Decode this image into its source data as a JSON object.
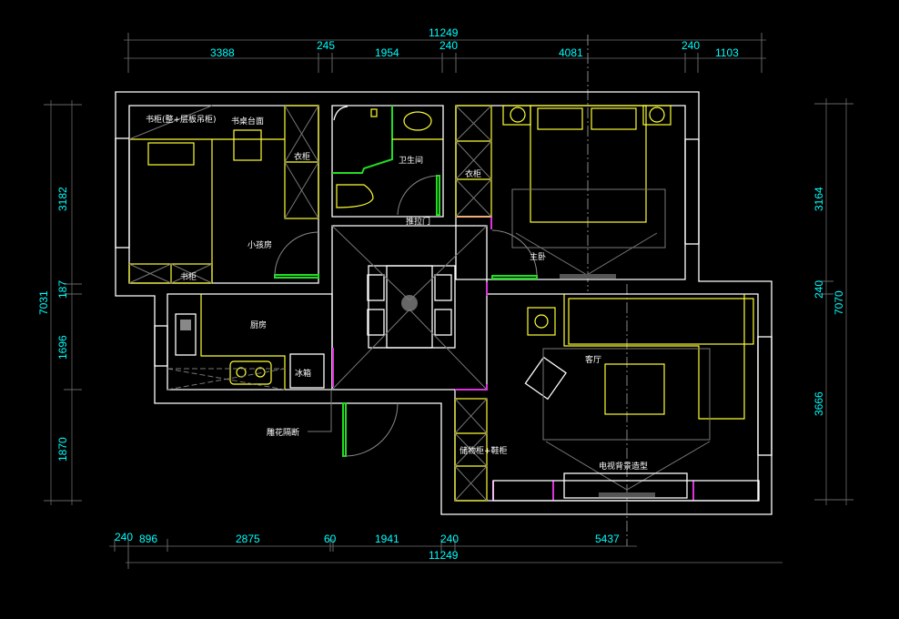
{
  "drawing": {
    "rooms": {
      "kids_room": "小孩房",
      "study_cabinet": "书柜(整+层板吊柜)",
      "desk_top": "书桌台面",
      "wardrobe_kids": "衣柜",
      "bookcase": "书柜",
      "bathroom": "卫生间",
      "sliding_door": "推拉门",
      "wardrobe_master": "衣柜",
      "master_bedroom": "主卧",
      "kitchen": "厨房",
      "fridge": "冰箱",
      "carved_partition": "雕花隔断",
      "storage_shoe_cabinet": "储物柜+鞋柜",
      "living_room": "客厅",
      "tv_wall": "电视背景造型"
    },
    "dims_top": {
      "overall": "11249",
      "segments": [
        "3388",
        "245",
        "1954",
        "240",
        "4081",
        "240",
        "1103"
      ]
    },
    "dims_bottom": {
      "overall": "11249",
      "segments": [
        "240",
        "896",
        "2875",
        "60",
        "1941",
        "240",
        "5437"
      ]
    },
    "dims_left": {
      "overall": "7031",
      "segments": [
        "3182",
        "187",
        "1696",
        "1870"
      ]
    },
    "dims_right": {
      "overall": "7070",
      "segments": [
        "3164",
        "240",
        "3666"
      ]
    },
    "colors": {
      "wall": "#ffffff",
      "furniture": "#ffff33",
      "dimension": "#00ffff",
      "door": "#22dd22",
      "opening": "#dd33dd"
    }
  }
}
